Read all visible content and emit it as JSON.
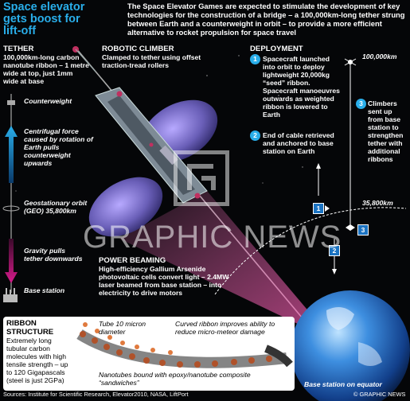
{
  "headline": [
    "Space elevator",
    "gets boost for",
    "lift-off"
  ],
  "standfirst": "The Space Elevator Games are expected to stimulate the development of key technologies for the construction of a bridge – a 100,000km-long tether strung between Earth and a counterweight in orbit – to provide a more efficient alternative to rocket propulsion for space travel",
  "tether": {
    "title": "TETHER",
    "text": "100,000km-long carbon nanotube ribbon – 1 metre wide at top, just 1mm wide at base"
  },
  "counterweight_label": "Counterweight",
  "centrifugal_text": "Centrifugal force caused by rotation of Earth pulls counterweight upwards",
  "geo_text": "Geostationary orbit (GEO) 35,800km",
  "gravity_text": "Gravity pulls tether downwards",
  "base_station_label": "Base station",
  "climber": {
    "title": "ROBOTIC CLIMBER",
    "text": "Clamped to tether using offset traction-tread rollers"
  },
  "power": {
    "title": "POWER BEAMING",
    "text": "High-efficiency Gallium Arsenide photovoltaic cells convert light – 2.4MW laser beamed from base station – into electricity to drive motors"
  },
  "deployment": {
    "title": "DEPLOYMENT",
    "steps": [
      {
        "num": "1",
        "text": "Spacecraft launched into orbit to deploy lightweight 20,000kg “seed” ribbon. Spacecraft manoeuvres outwards as weighted ribbon is lowered to Earth"
      },
      {
        "num": "2",
        "text": "End of cable retrieved and anchored to base station on Earth"
      },
      {
        "num": "3",
        "text": "Climbers sent up from base station to strengthen tether with additional ribbons"
      }
    ],
    "alt_top": "100,000km",
    "alt_geo": "35,800km",
    "markers": [
      "1",
      "2",
      "3"
    ]
  },
  "ribbon_structure": {
    "title": "RIBBON STRUCTURE",
    "text": "Extremely long tubular carbon molecules with high tensile strength – up to 120 Gigapascals (steel is just 2GPa)",
    "tube_label": "Tube 10 micron diameter",
    "curved_label": "Curved ribbon improves ability to reduce micro-meteor damage",
    "bound_label": "Nanotubes bound with epoxy/nanotube composite “sandwiches”"
  },
  "base_equator_label": "Base station on equator",
  "footer": {
    "sources": "Sources: Institute for Scientific Research, Elevator2010, NASA, LiftPort",
    "copyright": "© GRAPHIC NEWS"
  },
  "watermark": "GRAPHIC NEWS",
  "colors": {
    "accent_blue": "#29aeea",
    "magenta": "#d81b8c",
    "panel_purple": "#6a5fb8",
    "earth_blue": "#1f6fc4"
  }
}
